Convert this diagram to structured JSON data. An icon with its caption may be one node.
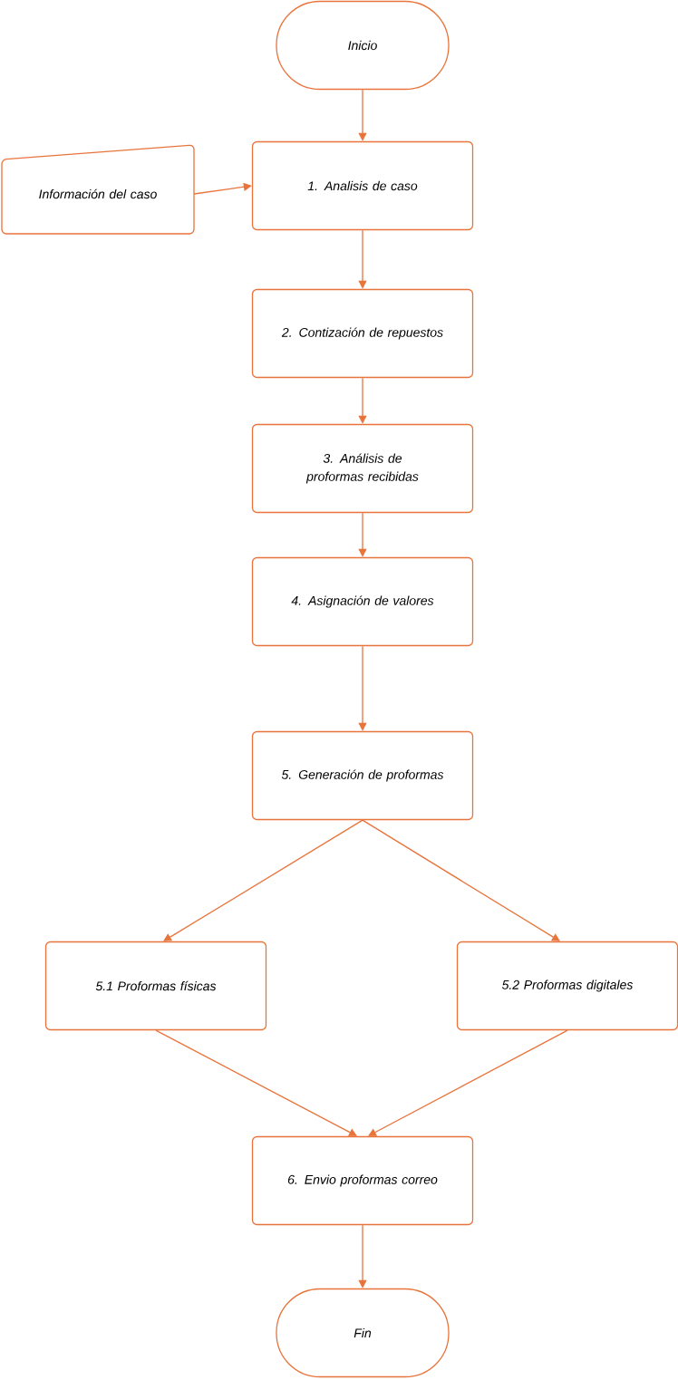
{
  "diagram": {
    "nodes": [
      {
        "text": [
          "Inicio"
        ]
      },
      {
        "text": [
          "Información del caso"
        ]
      },
      {
        "text": [
          "1. Analisis de caso"
        ]
      },
      {
        "text": [
          "2. Contización de repuestos"
        ]
      },
      {
        "text": [
          "3. Análisis de proformas recibidas"
        ]
      },
      {
        "text": [
          "4. Asignación de valores"
        ]
      },
      {
        "text": [
          "5. Generación de proformas"
        ]
      },
      {
        "text": [
          "5.1 Proformas físicas"
        ]
      },
      {
        "text": [
          "5.2 Proformas digitales"
        ]
      },
      {
        "text": [
          "6. Envio proformas correo"
        ]
      },
      {
        "text": [
          "Fin"
        ]
      }
    ],
    "edges": [
      {
        "from": 0,
        "to": 2,
        "arrow": "to"
      },
      {
        "from": 1,
        "to": 2,
        "arrow": "to"
      },
      {
        "from": 2,
        "to": 3,
        "arrow": "to"
      },
      {
        "from": 3,
        "to": 4,
        "arrow": "to"
      },
      {
        "from": 4,
        "to": 5,
        "arrow": "to"
      },
      {
        "from": 5,
        "to": 6,
        "arrow": "to"
      },
      {
        "from": 6,
        "to": 7,
        "arrow": "to"
      },
      {
        "from": 6,
        "to": 8,
        "arrow": "to"
      },
      {
        "from": 7,
        "to": 9,
        "arrow": "to"
      },
      {
        "from": 8,
        "to": 9,
        "arrow": "to"
      },
      {
        "from": 9,
        "to": 10,
        "arrow": "to"
      }
    ]
  }
}
